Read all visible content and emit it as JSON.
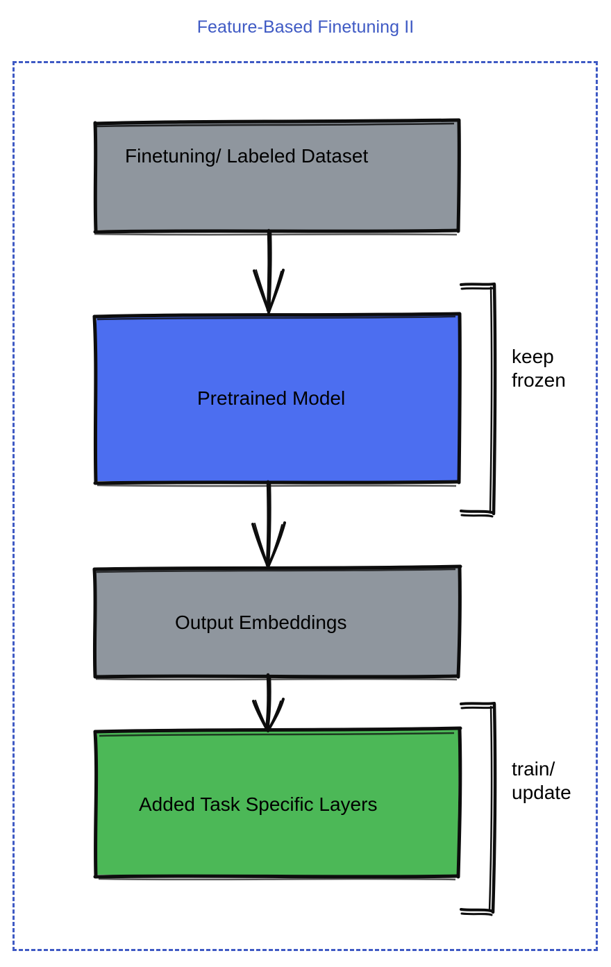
{
  "title": "Feature-Based Finetuning II",
  "colors": {
    "title_blue": "#3f5ac4",
    "frame_dashed_blue": "#3f5ac4",
    "node_gray": "#8f969e",
    "node_blue": "#4c6ef0",
    "node_green": "#4cb857",
    "stroke_black": "#0d0d0d",
    "text_black": "#000000",
    "background": "#ffffff"
  },
  "frame": {
    "style": "dashed",
    "name": "diagram-boundary"
  },
  "nodes": [
    {
      "id": "dataset",
      "label": "Finetuning/ Labeled Dataset",
      "fill": "#8f969e",
      "shape": "rectangle"
    },
    {
      "id": "pretrained",
      "label": "Pretrained Model",
      "fill": "#4c6ef0",
      "shape": "rectangle"
    },
    {
      "id": "embeddings",
      "label": "Output Embeddings",
      "fill": "#8f969e",
      "shape": "rectangle"
    },
    {
      "id": "layers",
      "label": "Added Task Specific Layers",
      "fill": "#4cb857",
      "shape": "rectangle"
    }
  ],
  "edges": [
    {
      "id": "edge-1",
      "from": "dataset",
      "to": "pretrained",
      "style": "arrow-down"
    },
    {
      "id": "edge-2",
      "from": "pretrained",
      "to": "embeddings",
      "style": "arrow-down"
    },
    {
      "id": "edge-3",
      "from": "embeddings",
      "to": "layers",
      "style": "arrow-down"
    }
  ],
  "annotations": [
    {
      "id": "keep-frozen",
      "text": "keep\nfrozen",
      "targets": [
        "pretrained"
      ],
      "bracket": "right-curly-sketch"
    },
    {
      "id": "train-update",
      "text": "train/\nupdate",
      "targets": [
        "layers"
      ],
      "bracket": "right-curly-sketch"
    }
  ]
}
